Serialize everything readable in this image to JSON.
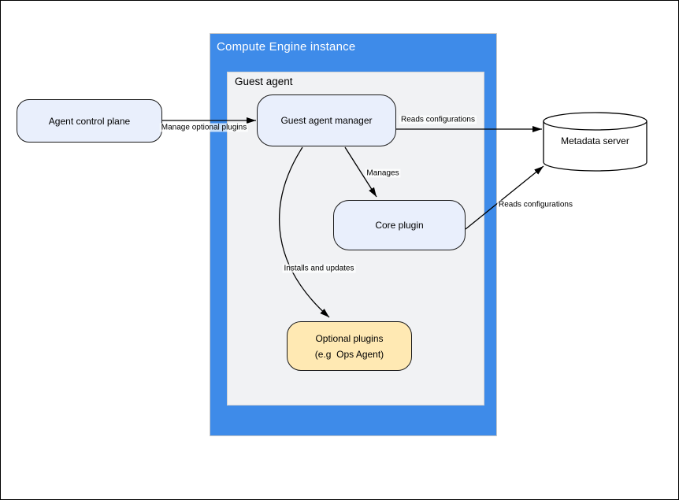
{
  "diagram": {
    "outer_container": {
      "title": "Compute Engine instance"
    },
    "inner_container": {
      "title": "Guest agent"
    },
    "nodes": {
      "agent_control_plane": {
        "label": "Agent control plane"
      },
      "guest_agent_manager": {
        "label": "Guest agent manager"
      },
      "core_plugin": {
        "label": "Core plugin"
      },
      "optional_plugins": {
        "label_line1": "Optional plugins",
        "label_line2": "(e.g  Ops Agent)"
      },
      "metadata_server": {
        "label": "Metadata server"
      }
    },
    "edges": {
      "manage_optional_plugins": {
        "label": "Manage optional plugins"
      },
      "reads_configurations_manager": {
        "label": "Reads configurations"
      },
      "manages": {
        "label": "Manages"
      },
      "installs_and_updates": {
        "label": "Installs and updates"
      },
      "reads_configurations_core": {
        "label": "Reads configurations"
      }
    },
    "colors": {
      "container_blue": "#3E8BE9",
      "inner_gray_fill": "#F1F2F4",
      "node_blue_fill": "#E9EFFC",
      "node_tan_fill": "#FFE9B3",
      "edge_stroke": "#000000"
    }
  }
}
